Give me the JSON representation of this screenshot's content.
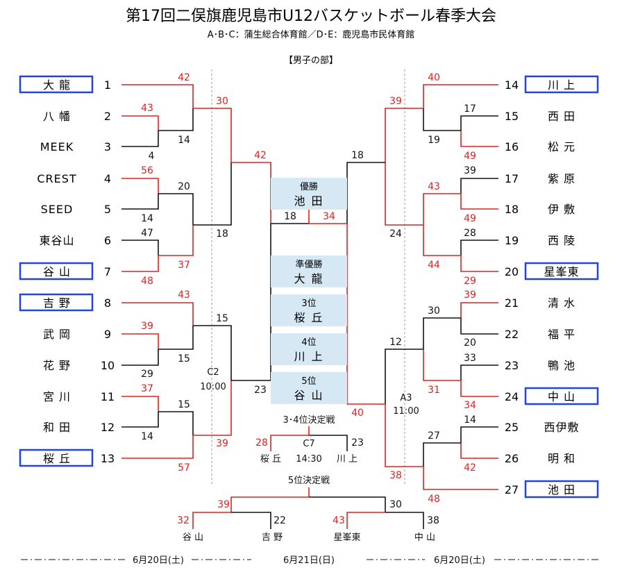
{
  "header": {
    "title": "第17回二俣旗鹿児島市U12バスケットボール春季大会",
    "venue": "A･B･C：蒲生総合体育館／D･E：鹿児島市民体育館",
    "section": "【男子の部】"
  },
  "left_teams": [
    {
      "seed": "1",
      "name": "大 龍",
      "boxed": true
    },
    {
      "seed": "2",
      "name": "八 幡",
      "boxed": false
    },
    {
      "seed": "3",
      "name": "MEEK",
      "boxed": false
    },
    {
      "seed": "4",
      "name": "CREST",
      "boxed": false
    },
    {
      "seed": "5",
      "name": "SEED",
      "boxed": false
    },
    {
      "seed": "6",
      "name": "東谷山",
      "boxed": false
    },
    {
      "seed": "7",
      "name": "谷 山",
      "boxed": true
    },
    {
      "seed": "8",
      "name": "吉 野",
      "boxed": true
    },
    {
      "seed": "9",
      "name": "武 岡",
      "boxed": false
    },
    {
      "seed": "10",
      "name": "花 野",
      "boxed": false
    },
    {
      "seed": "11",
      "name": "宮 川",
      "boxed": false
    },
    {
      "seed": "12",
      "name": "和 田",
      "boxed": false
    },
    {
      "seed": "13",
      "name": "桜 丘",
      "boxed": true
    }
  ],
  "right_teams": [
    {
      "seed": "14",
      "name": "川 上",
      "boxed": true
    },
    {
      "seed": "15",
      "name": "西 田",
      "boxed": false
    },
    {
      "seed": "16",
      "name": "松 元",
      "boxed": false
    },
    {
      "seed": "17",
      "name": "紫 原",
      "boxed": false
    },
    {
      "seed": "18",
      "name": "伊 敷",
      "boxed": false
    },
    {
      "seed": "19",
      "name": "西 陵",
      "boxed": false
    },
    {
      "seed": "20",
      "name": "星峯東",
      "boxed": true
    },
    {
      "seed": "21",
      "name": "清 水",
      "boxed": false
    },
    {
      "seed": "22",
      "name": "福 平",
      "boxed": false
    },
    {
      "seed": "23",
      "name": "鴨 池",
      "boxed": false
    },
    {
      "seed": "24",
      "name": "中 山",
      "boxed": true
    },
    {
      "seed": "25",
      "name": "西伊敷",
      "boxed": false
    },
    {
      "seed": "26",
      "name": "明 和",
      "boxed": false
    },
    {
      "seed": "27",
      "name": "池 田",
      "boxed": true
    }
  ],
  "results": [
    {
      "label": "優勝",
      "team": "池 田"
    },
    {
      "label": "準優勝",
      "team": "大 龍"
    },
    {
      "label": "3位",
      "team": "桜 丘"
    },
    {
      "label": "4位",
      "team": "川 上"
    },
    {
      "label": "5位",
      "team": "谷 山"
    }
  ],
  "scores": {
    "l1": "42",
    "l2": "43",
    "l3": "4",
    "l2v3": "14",
    "l12": "30",
    "l4": "56",
    "l5": "14",
    "l4v5": "20",
    "l6": "47",
    "l7": "37",
    "l7b": "48",
    "l47": "18",
    "lsemi_top": "42",
    "l8": "43",
    "l9": "39",
    "l10": "29",
    "l9v10": "15",
    "l89": "15",
    "l11": "37",
    "l12b": "14",
    "l11v12": "15",
    "l13": "57",
    "l1113": "39",
    "lsemi_bot": "23",
    "r14": "40",
    "r15": "17",
    "r16": "49",
    "r1516": "19",
    "r1416": "39",
    "r17": "39",
    "r18": "49",
    "r1718": "43",
    "r19": "28",
    "r20": "29",
    "r1920": "44",
    "r1720": "24",
    "rsemi_top": "18",
    "r21": "39",
    "r22": "20",
    "r2122": "30",
    "r23": "33",
    "r24": "34",
    "r2324": "31",
    "r2124": "12",
    "r25": "14",
    "r26": "42",
    "r2526": "27",
    "r27": "48",
    "r2527": "38",
    "rsemi_bot": "40",
    "final_left": "18",
    "final_right": "34"
  },
  "courts": {
    "left": {
      "court": "C2",
      "time": "10:00"
    },
    "right": {
      "court": "A3",
      "time": "11:00"
    }
  },
  "third_place": {
    "title": "3･4位決定戦",
    "court": "C7",
    "time": "14:30",
    "left_team": "桜 丘",
    "left_score": "28",
    "right_team": "川 上",
    "right_score": "23"
  },
  "fifth_place": {
    "title": "5位決定戦",
    "top_left": "39",
    "top_right": "30",
    "teams": [
      {
        "name": "谷 山",
        "score": "32"
      },
      {
        "name": "吉 野",
        "score": "22"
      },
      {
        "name": "星峯東",
        "score": "43"
      },
      {
        "name": "中 山",
        "score": "38"
      }
    ]
  },
  "footer": {
    "left_date": "6月20日(土)",
    "center_date": "6月21日(日)",
    "right_date": "6月20日(土)"
  },
  "colors": {
    "winner_line": "#e02020",
    "loser_line": "#111111",
    "box_border": "#2244dd",
    "result_bg": "#d5e8f3"
  }
}
